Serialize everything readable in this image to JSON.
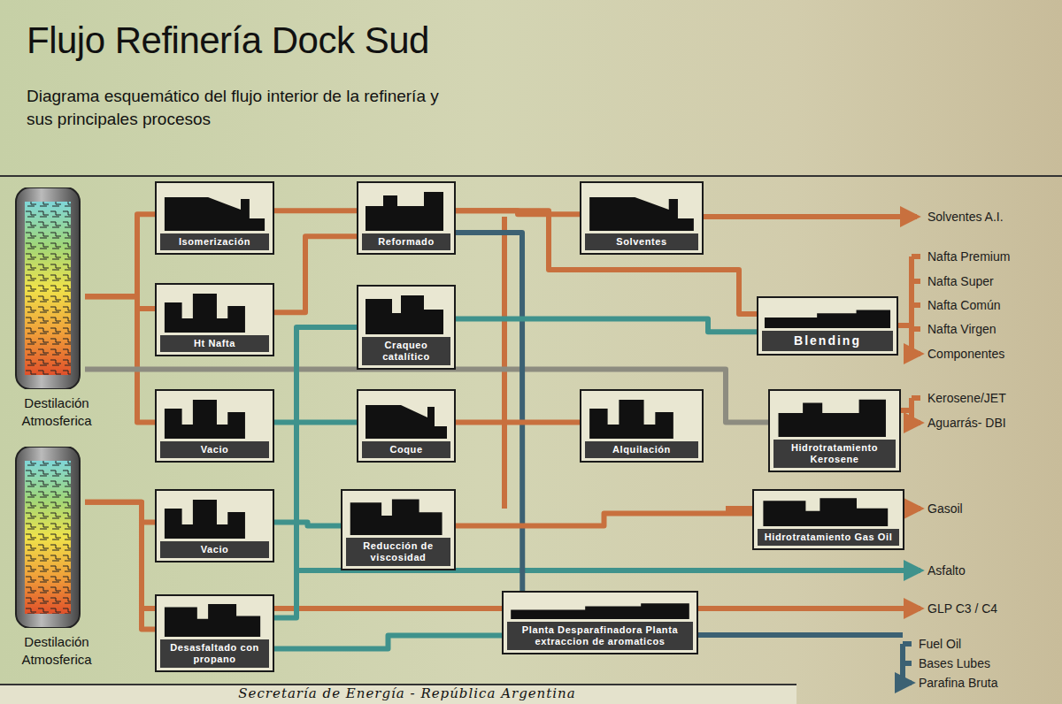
{
  "diagram": {
    "title": "Flujo Refinería Dock Sud",
    "caption": "Diagrama esquemático del flujo interior de la refinería y sus principales procesos",
    "nodes": [
      {
        "text": [
          "Destilación Atmosferica"
        ]
      },
      {
        "text": [
          "Isomerización"
        ]
      },
      {
        "text": [
          "Ht Nafta"
        ]
      },
      {
        "text": [
          "Vacio"
        ]
      },
      {
        "text": [
          "Destilación Atmosferica"
        ]
      },
      {
        "text": [
          "Vacio"
        ]
      },
      {
        "text": [
          "Desasfaltado con propano"
        ]
      },
      {
        "text": [
          "Reformado"
        ]
      },
      {
        "text": [
          "Craqueo catalítico"
        ]
      },
      {
        "text": [
          "Coque"
        ]
      },
      {
        "text": [
          "Reducción de viscosidad"
        ]
      },
      {
        "text": [
          "Solventes"
        ]
      },
      {
        "text": [
          "Blending"
        ]
      },
      {
        "text": [
          "Alquilación"
        ]
      },
      {
        "text": [
          "Hidrotratamiento Kerosene"
        ]
      },
      {
        "text": [
          "Hidrotratamiento Gas Oil"
        ]
      },
      {
        "text": [
          "Planta Desparafinadora Planta extraccion de aromaticos"
        ]
      }
    ],
    "edges": [
      {
        "from": 0,
        "to": 2,
        "arrow": "none"
      },
      {
        "from": 0,
        "to": 1,
        "arrow": "none"
      },
      {
        "from": 0,
        "to": 3,
        "arrow": "none"
      },
      {
        "from": 0,
        "to": 14,
        "arrow": "none"
      },
      {
        "from": 1,
        "to": 7,
        "arrow": "none"
      },
      {
        "from": 2,
        "to": 7,
        "arrow": "none"
      },
      {
        "from": 7,
        "to": 11,
        "arrow": "none"
      },
      {
        "from": 7,
        "to": 12,
        "arrow": "none"
      },
      {
        "from": 7,
        "to": 16,
        "arrow": "none"
      },
      {
        "from": 8,
        "to": 12,
        "arrow": "none"
      },
      {
        "from": 6,
        "to": 8,
        "arrow": "none"
      },
      {
        "from": 6,
        "to": 16,
        "arrow": "none"
      },
      {
        "from": 3,
        "to": 9,
        "arrow": "none"
      },
      {
        "from": 5,
        "to": 10,
        "arrow": "none"
      },
      {
        "from": 9,
        "to": 13,
        "arrow": "none"
      },
      {
        "from": 10,
        "to": 15,
        "arrow": "none"
      },
      {
        "from": 4,
        "to": 5,
        "arrow": "none"
      },
      {
        "from": 4,
        "to": 6,
        "arrow": "none"
      }
    ],
    "labels": [
      "Solventes A.I.",
      "Nafta Premium",
      "Nafta Super",
      "Nafta Común",
      "Nafta Virgen",
      "Componentes",
      "Kerosene/JET",
      "Aguarrás- DBI",
      "Gasoil",
      "Asfalto",
      "GLP C3 / C4",
      "Fuel Oil",
      "Bases Lubes",
      "Parafina Bruta",
      "Secretaría de Energía - República Argentina"
    ]
  }
}
